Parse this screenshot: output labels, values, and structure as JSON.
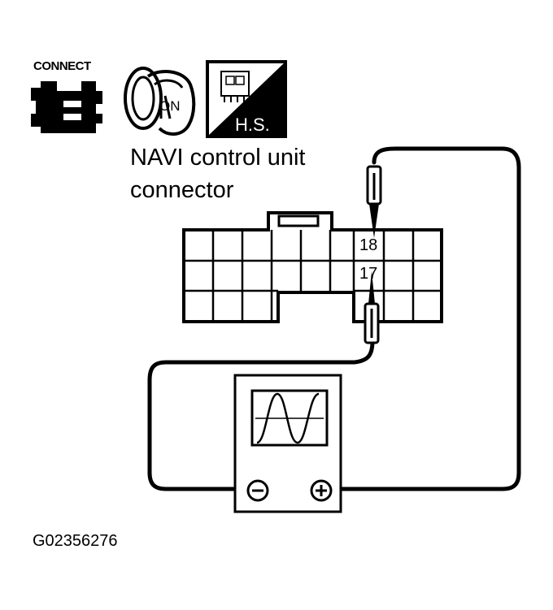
{
  "icons": {
    "connect": {
      "label": "CONNECT",
      "icon": "connector-plug-icon"
    },
    "ignition": {
      "label": "ON",
      "icon": "ignition-key-on-icon"
    },
    "harness": {
      "label": "H.S.",
      "icon": "harness-side-icon"
    }
  },
  "connector": {
    "title_line1": "NAVI control unit",
    "title_line2": "connector",
    "pins": [
      {
        "number": "18"
      },
      {
        "number": "17"
      }
    ]
  },
  "oscilloscope": {
    "negative_symbol": "−",
    "positive_symbol": "+",
    "waveform": "sine-wave"
  },
  "figure_id": "G02356276"
}
